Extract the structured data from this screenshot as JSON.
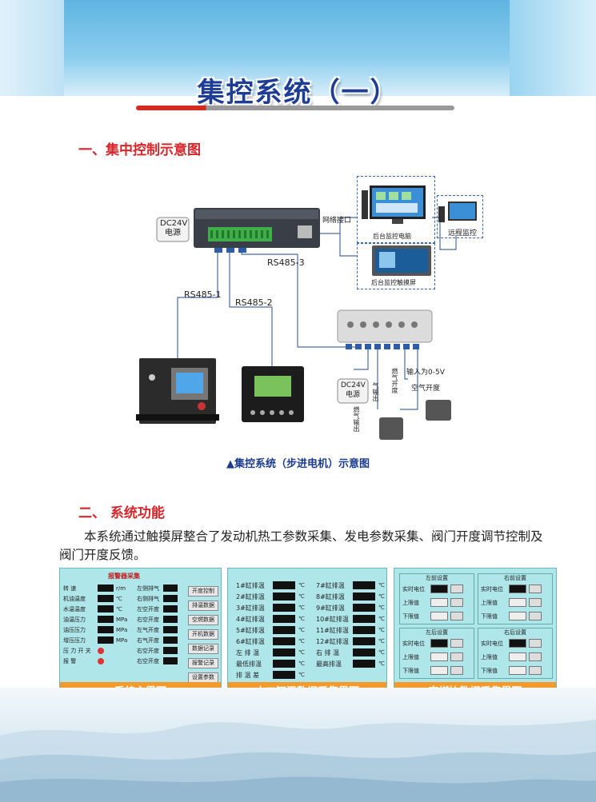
{
  "page": {
    "title": "集控系统（一）",
    "section1": "一、集中控制示意图",
    "section2": "二、 系统功能",
    "caption": "▲集控系统（步进电机）示意图",
    "paragraph": "本系统通过触摸屏整合了发动机热工参数采集、发电参数采集、阀门开度调节控制及阀门开度反馈。"
  },
  "diagram": {
    "dc24_top": "DC24V\n电源",
    "dc24_top_l1": "DC24V",
    "dc24_top_l2": "电源",
    "network_port": "网络接口",
    "pc_label": "后台监控电脑",
    "touch_label": "后台监控触摸屏",
    "remote_label": "远程监控",
    "rs485_1": "RS485-1",
    "rs485_2": "RS485-2",
    "rs485_3": "RS485-3",
    "dc24_bottom_l1": "DC24V",
    "dc24_bottom_l2": "电源",
    "input_signal": "输入为0-5V",
    "air_opening": "空气开度",
    "fuel_opening": "燃气开度",
    "output": "输出",
    "gas_output": "燃气输出",
    "gas_output2": "气输出"
  },
  "panels": [
    {
      "caption": "系统主界面",
      "header": "报警器采集"
    },
    {
      "caption": "十二缸温数据采集界面"
    },
    {
      "caption": "空燃比数据采集界面"
    }
  ],
  "cyl_left": [
    "1#缸排温",
    "2#缸排温",
    "3#缸排温",
    "4#缸排温",
    "5#缸排温",
    "6#缸排温",
    "左 排 温",
    "最低排温",
    "排 温 差"
  ],
  "cyl_right": [
    "7#缸排温",
    "8#缸排温",
    "9#缸排温",
    "10#缸排温",
    "11#缸排温",
    "12#缸排温",
    "右 排 温",
    "最高排温"
  ],
  "unit_c": "℃",
  "main_left_labels": [
    "转 速",
    "机油温度",
    "水温温度",
    "油温压力",
    "油压压力",
    "增压压力",
    "压 力 开 关",
    "报 警"
  ],
  "main_mid_labels": [
    "左侧排气",
    "右侧排气",
    "左空开度",
    "右空开度",
    "左气开度",
    "右气开度",
    "右空开度",
    "右空开度"
  ],
  "main_units": [
    "r/m",
    "℃",
    "℃",
    "MPa",
    "MPa",
    "MPa"
  ],
  "main_buttons": [
    "开度控制",
    "排温数据",
    "空燃数据",
    "开机数据",
    "数据记录",
    "报警记录",
    "设置参数"
  ],
  "afr_groups": [
    "左前设置",
    "右前设置",
    "左后设置",
    "右后设置"
  ],
  "afr_rows": [
    "实时电位",
    "上限值",
    "下限值"
  ],
  "colors": {
    "title": "#1e3e96",
    "section": "#d7262b",
    "caption_bar": "#f39a2c",
    "panel_bg": "#aee6ea"
  }
}
